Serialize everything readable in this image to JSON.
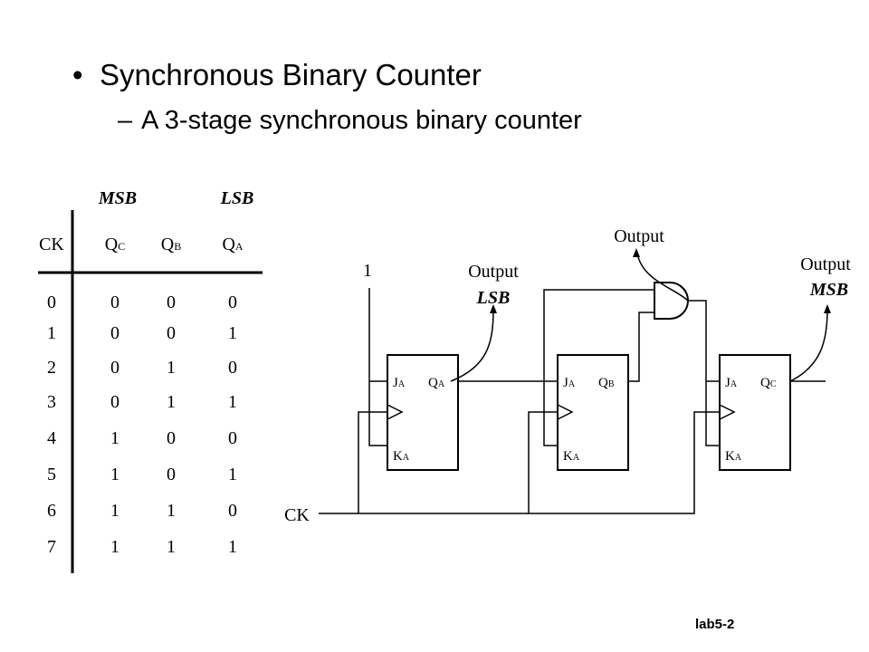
{
  "slide": {
    "bullet_glyph": "•",
    "title": "Synchronous Binary Counter",
    "dash_glyph": "–",
    "subtitle": "A 3-stage synchronous binary counter",
    "footer": "lab5-2"
  },
  "table": {
    "msb_label": "MSB",
    "lsb_label": "LSB",
    "headers": [
      {
        "main": "CK",
        "sub": ""
      },
      {
        "main": "Q",
        "sub": "C"
      },
      {
        "main": "Q",
        "sub": "B"
      },
      {
        "main": "Q",
        "sub": "A"
      }
    ],
    "rows": [
      [
        "0",
        "0",
        "0",
        "0"
      ],
      [
        "1",
        "0",
        "0",
        "1"
      ],
      [
        "2",
        "0",
        "1",
        "0"
      ],
      [
        "3",
        "0",
        "1",
        "1"
      ],
      [
        "4",
        "1",
        "0",
        "0"
      ],
      [
        "5",
        "1",
        "0",
        "1"
      ],
      [
        "6",
        "1",
        "1",
        "0"
      ],
      [
        "7",
        "1",
        "1",
        "1"
      ]
    ]
  },
  "circuit": {
    "input_one": "1",
    "clock_label": "CK",
    "output_lsb_label": "Output",
    "output_lsb_tag": "LSB",
    "output_and_label": "Output",
    "output_msb_label": "Output",
    "output_msb_tag": "MSB",
    "flipflops": [
      {
        "j": "J",
        "j_sub": "A",
        "k": "K",
        "k_sub": "A",
        "q": "Q",
        "q_sub": "A"
      },
      {
        "j": "J",
        "j_sub": "A",
        "k": "K",
        "k_sub": "A",
        "q": "Q",
        "q_sub": "B"
      },
      {
        "j": "J",
        "j_sub": "A",
        "k": "K",
        "k_sub": "A",
        "q": "Q",
        "q_sub": "C"
      }
    ]
  }
}
